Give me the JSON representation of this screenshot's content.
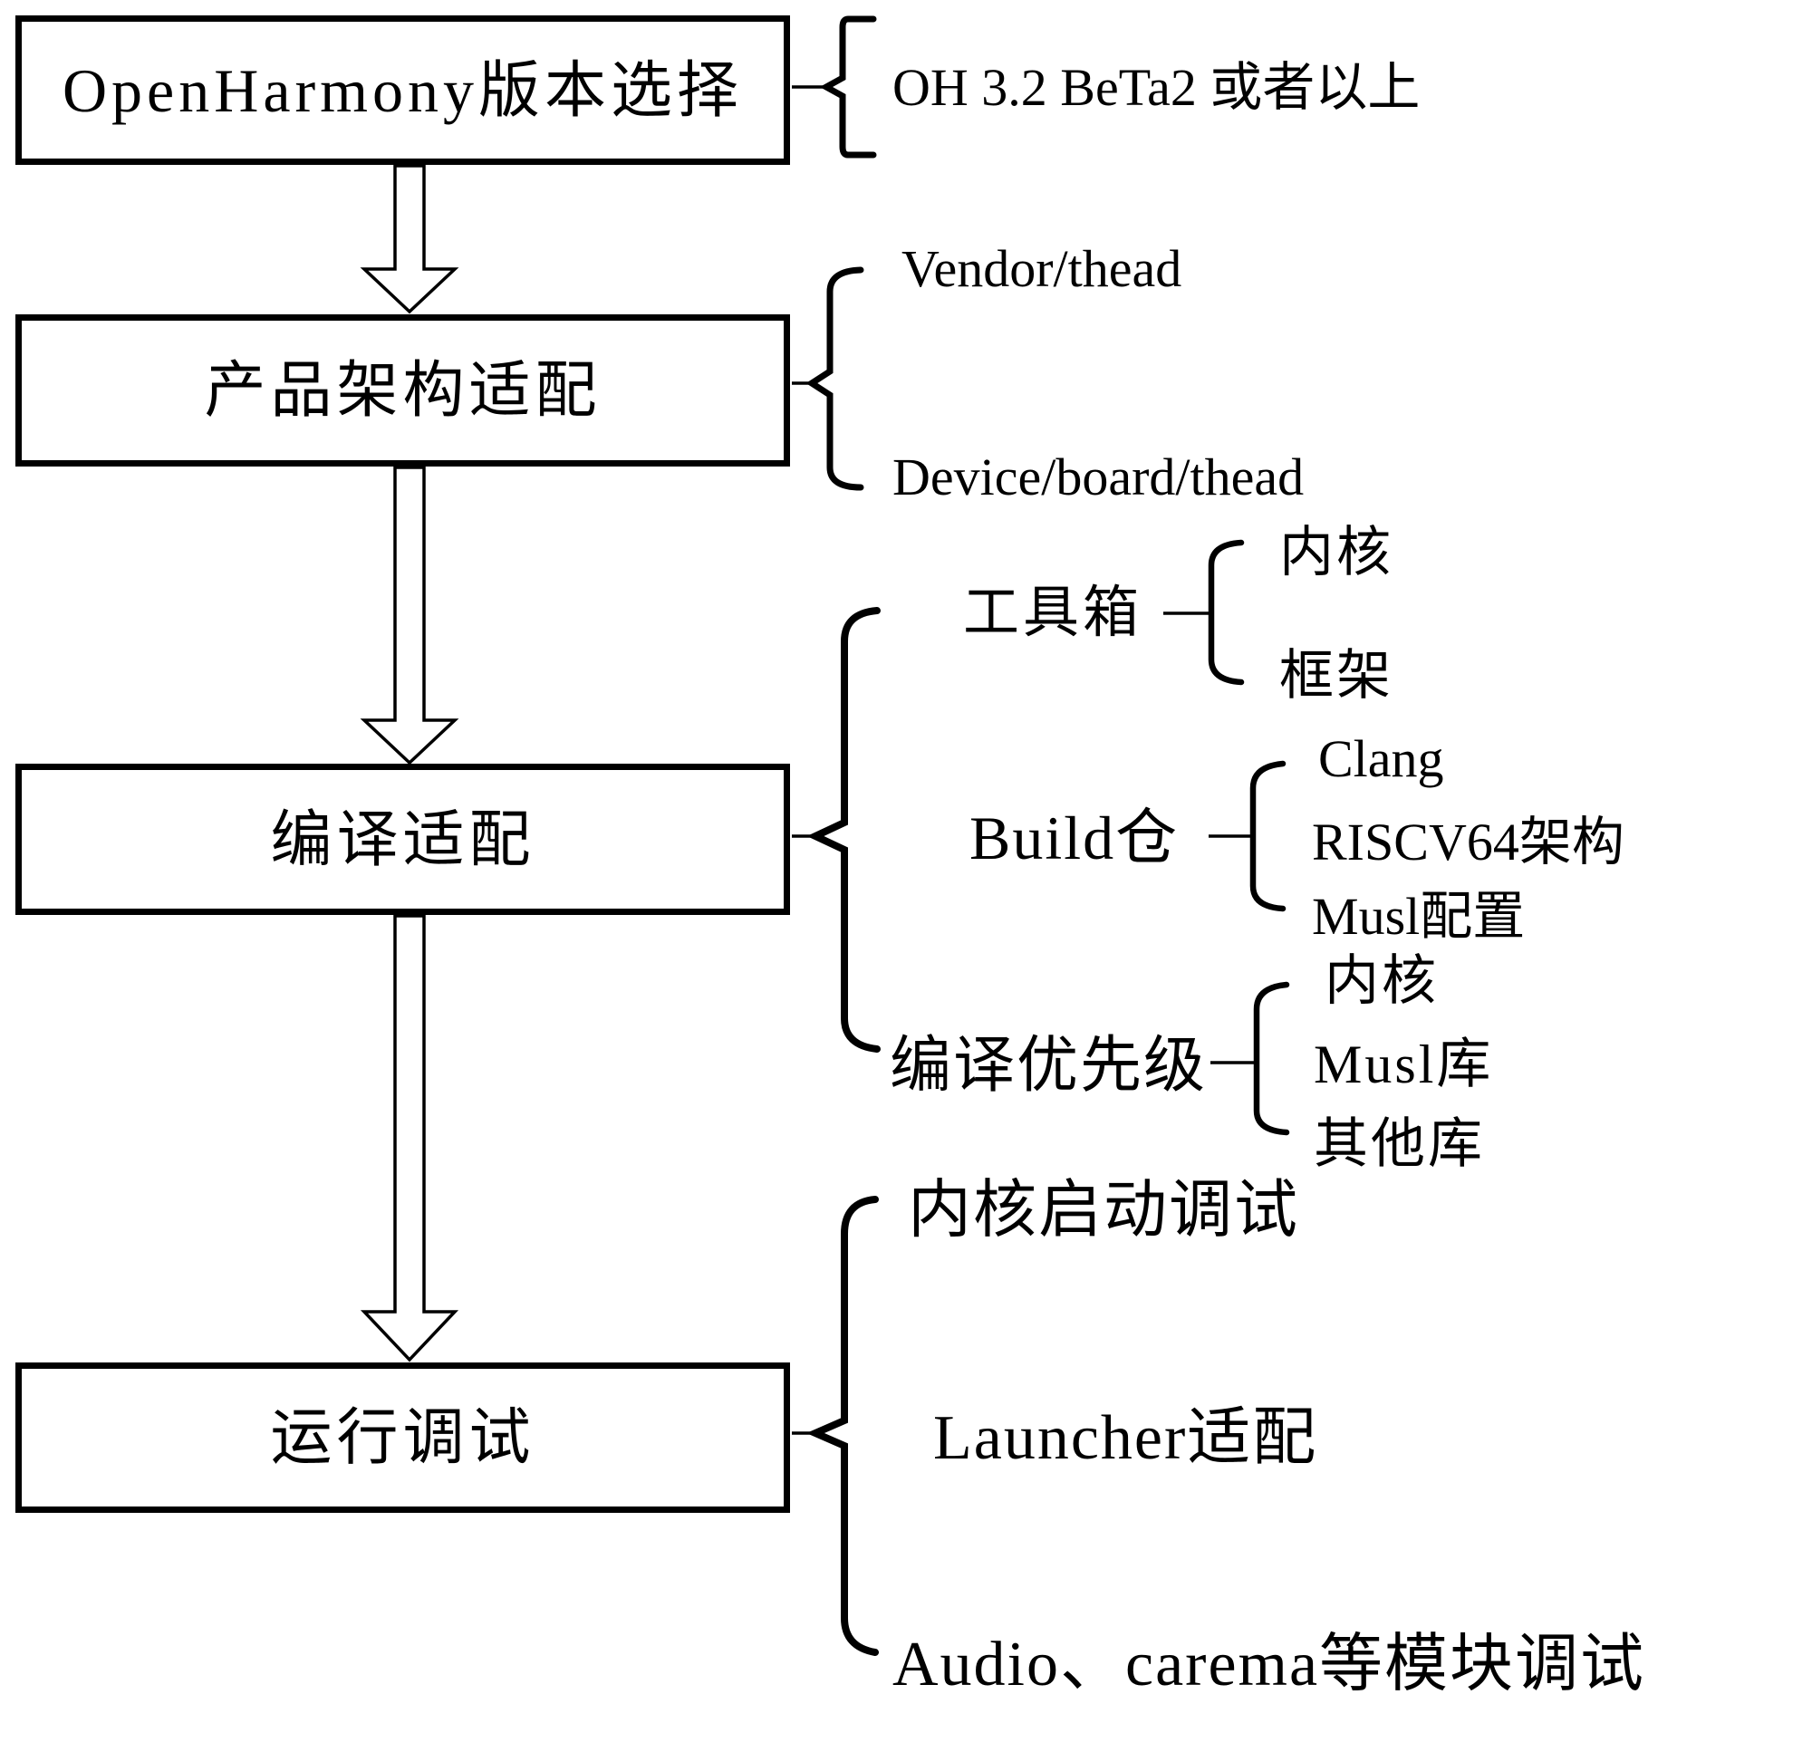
{
  "colors": {
    "ink": "#000000",
    "paper": "#ffffff"
  },
  "steps": [
    {
      "label": "OpenHarmony版本选择"
    },
    {
      "label": "产品架构适配"
    },
    {
      "label": "编译适配"
    },
    {
      "label": "运行调试"
    }
  ],
  "step1_annotations": {
    "items": [
      "OH 3.2 BeTa2 或者以上"
    ]
  },
  "step2_annotations": {
    "items": [
      "Vendor/thead",
      "Device/board/thead"
    ]
  },
  "step3_annotations": {
    "groups": [
      {
        "label": "工具箱",
        "children": [
          "内核",
          "框架"
        ]
      },
      {
        "label": "Build仓",
        "children": [
          "Clang",
          "RISCV64架构",
          "Musl配置"
        ]
      },
      {
        "label": "编译优先级",
        "children": [
          "内核",
          "Musl库",
          "其他库"
        ]
      }
    ]
  },
  "step4_annotations": {
    "items": [
      "内核启动调试",
      "Launcher适配",
      "Audio、carema等模块调试"
    ]
  }
}
